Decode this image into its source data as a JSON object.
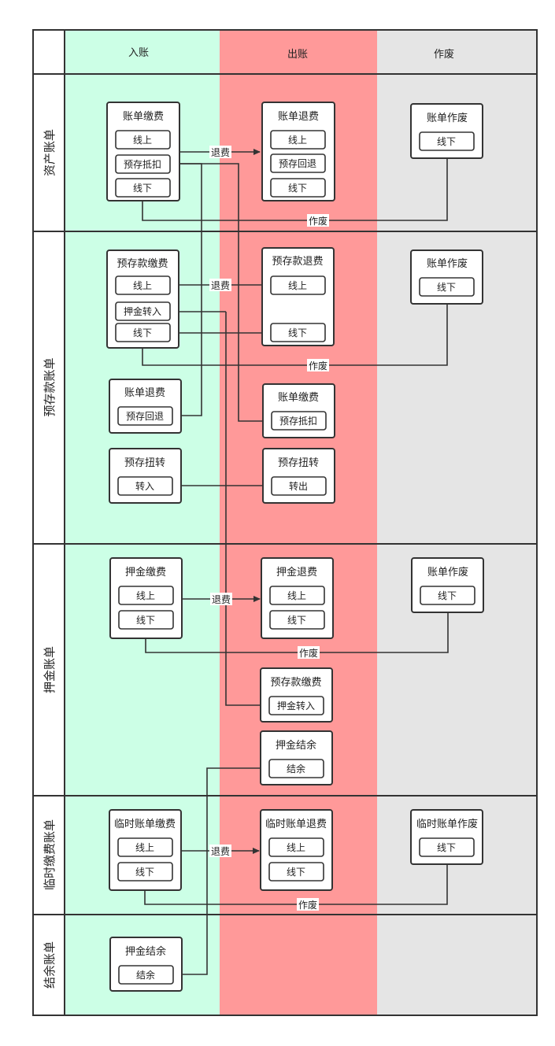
{
  "columns": {
    "in": "入账",
    "out": "出账",
    "void": "作废"
  },
  "lanes": {
    "asset": "资产账单",
    "prepay": "预存款账单",
    "deposit": "押金账单",
    "temp": "临时缴费账单",
    "balance": "结余账单"
  },
  "boxes": {
    "asset_pay": {
      "title": "账单缴费",
      "online": "线上",
      "prededuct": "预存抵扣",
      "offline": "线下"
    },
    "asset_refund": {
      "title": "账单退费",
      "online": "线上",
      "preback": "预存回退",
      "offline": "线下"
    },
    "asset_void": {
      "title": "账单作废",
      "offline": "线下"
    },
    "prepay_pay": {
      "title": "预存款缴费",
      "online": "线上",
      "deposit_in": "押金转入",
      "offline": "线下"
    },
    "prepay_refund": {
      "title": "预存款退费",
      "online": "线上",
      "offline": "线下"
    },
    "prepay_void": {
      "title": "账单作废",
      "offline": "线下"
    },
    "prepay_billrefund": {
      "title": "账单退费",
      "preback": "预存回退"
    },
    "prepay_billpay": {
      "title": "账单缴费",
      "prededuct": "预存抵扣"
    },
    "prepay_transfer_in": {
      "title": "预存扭转",
      "in": "转入"
    },
    "prepay_transfer_out": {
      "title": "预存扭转",
      "out": "转出"
    },
    "deposit_pay": {
      "title": "押金缴费",
      "online": "线上",
      "offline": "线下"
    },
    "deposit_refund": {
      "title": "押金退费",
      "online": "线上",
      "offline": "线下"
    },
    "deposit_void": {
      "title": "账单作废",
      "offline": "线下"
    },
    "deposit_prepay": {
      "title": "预存款缴费",
      "deposit_in": "押金转入"
    },
    "deposit_balance": {
      "title": "押金结余",
      "balance": "结余"
    },
    "temp_pay": {
      "title": "临时账单缴费",
      "online": "线上",
      "offline": "线下"
    },
    "temp_refund": {
      "title": "临时账单退费",
      "online": "线上",
      "offline": "线下"
    },
    "temp_void": {
      "title": "临时账单作废",
      "offline": "线下"
    },
    "balance_box": {
      "title": "押金结余",
      "balance": "结余"
    }
  },
  "edge_labels": {
    "refund": "退费",
    "void": "作废"
  },
  "colors": {
    "in_bg": "#ccffe6",
    "out_bg": "#ff9999",
    "void_bg": "#e5e5e5",
    "line": "#333333"
  }
}
